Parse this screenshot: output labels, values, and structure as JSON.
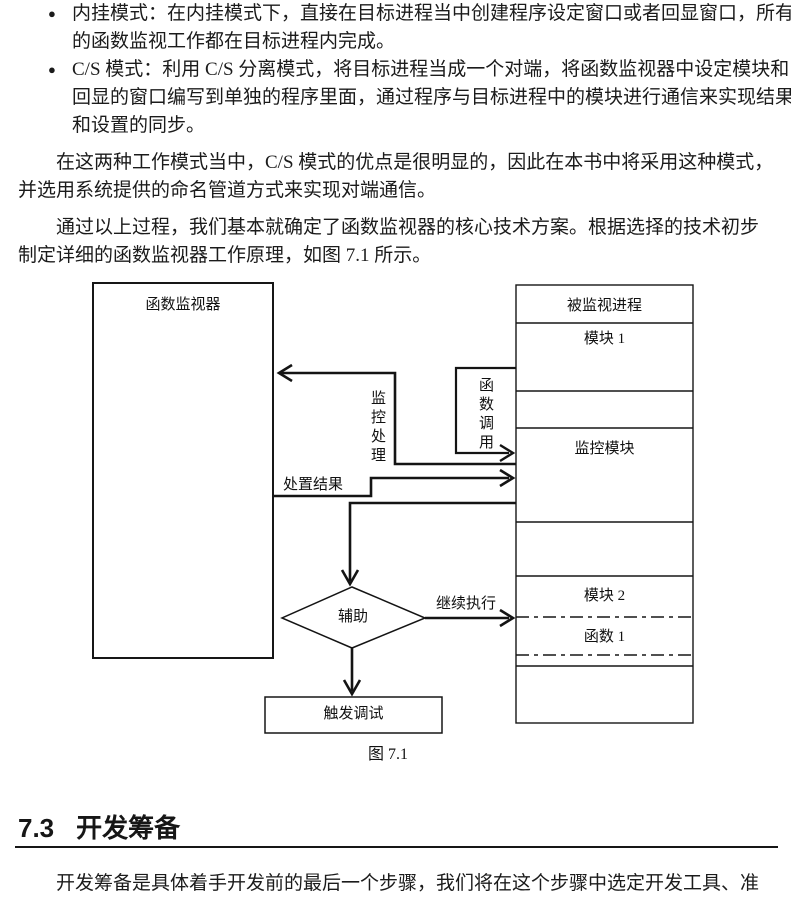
{
  "content": {
    "bullet_char": "●",
    "bullet_items": [
      {
        "line1": "内挂模式：在内挂模式下，直接在目标进程当中创建程序设定窗口或者回显窗口，所有",
        "line2": "的函数监视工作都在目标进程内完成。"
      },
      {
        "line1": "C/S 模式：利用 C/S 分离模式，将目标进程当成一个对端，将函数监视器中设定模块和",
        "line2": "回显的窗口编写到单独的程序里面，通过程序与目标进程中的模块进行通信来实现结果",
        "line3": "和设置的同步。"
      }
    ],
    "para1": {
      "line1": "在这两种工作模式当中，C/S 模式的优点是很明显的，因此在本书中将采用这种模式，",
      "line2": "并选用系统提供的命名管道方式来实现对端通信。"
    },
    "para2": {
      "line1": "通过以上过程，我们基本就确定了函数监视器的核心技术方案。根据选择的技术初步",
      "line2": "制定详细的函数监视器工作原理，如图 7.1 所示。"
    }
  },
  "figure": {
    "caption": "图 7.1",
    "left_box_title": "函数监视器",
    "right_box_title": "被监视进程",
    "module1_label": "模块 1",
    "monitor_module_label": "监控模块",
    "module2_label": "模块 2",
    "function1_label": "函数 1",
    "function_call_label": "函数调用",
    "monitor_handling_label": "监控处理",
    "result_label": "处置结果",
    "continue_label": "继续执行",
    "decision_label": "辅助",
    "trigger_label": "触发调试"
  },
  "section_73": {
    "number": "7.3",
    "title": "开发筹备"
  },
  "footer_line": "开发筹备是具体着手开发前的最后一个步骤，我们将在这个步骤中选定开发工具、准"
}
